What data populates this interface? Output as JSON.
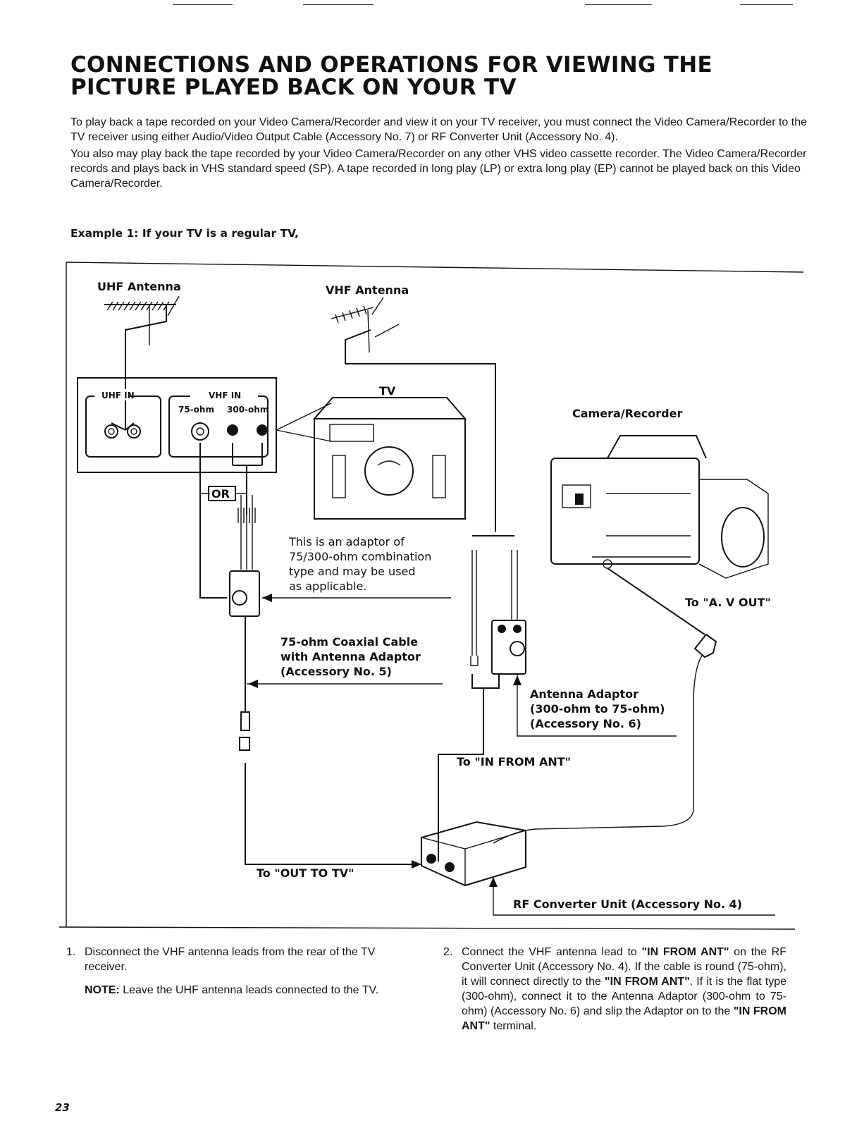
{
  "title": {
    "line1": "CONNECTIONS AND OPERATIONS FOR VIEWING THE",
    "line2": "PICTURE PLAYED BACK ON YOUR TV"
  },
  "intro": {
    "p1": "To play back a tape recorded on your Video Camera/Recorder and view it on your TV receiver, you must connect the Video Camera/Recorder to the TV receiver using either Audio/Video Output Cable (Accessory No. 7) or RF Converter Unit (Accessory No. 4).",
    "p2": "You also may play back the tape recorded by your Video Camera/Recorder on any other VHS video cassette recorder. The Video Camera/Recorder records and plays back in VHS standard speed (SP). A tape recorded in long play (LP) or extra long play (EP) cannot be played back on this Video Camera/Recorder."
  },
  "example_heading": "Example 1: If your TV is a regular TV,",
  "diagram": {
    "uhf_antenna": "UHF Antenna",
    "vhf_antenna": "VHF Antenna",
    "tv": "TV",
    "camera_recorder": "Camera/Recorder",
    "uhf_in": "UHF IN",
    "vhf_in": "VHF IN",
    "ohm75": "75-ohm",
    "ohm300": "300-ohm",
    "or": "OR",
    "adaptor_note": [
      "This is an adaptor of",
      "75/300-ohm combination",
      "type and may be used",
      "as applicable."
    ],
    "coax_cable": [
      "75-ohm Coaxial Cable",
      "with Antenna Adaptor",
      "(Accessory No. 5)"
    ],
    "antenna_adaptor": [
      "Antenna Adaptor",
      "(300-ohm to 75-ohm)",
      "(Accessory No. 6)"
    ],
    "to_av_out": "To \"A. V OUT\"",
    "to_in_from_ant": "To \"IN FROM ANT\"",
    "to_out_to_tv": "To \"OUT TO TV\"",
    "rf_converter": "RF Converter Unit (Accessory No. 4)"
  },
  "steps": {
    "s1_num": "1.",
    "s1_text": "Disconnect the VHF antenna leads from the rear of the TV receiver.",
    "note_label": "NOTE:",
    "note_text": " Leave the UHF antenna leads connected to the TV.",
    "s2_num": "2.",
    "s2_a": "Connect the VHF antenna lead to ",
    "s2_b": "\"IN FROM ANT\"",
    "s2_c": " on the RF Converter Unit (Accessory No. 4). If the cable is round (75-ohm), it will connect directly to the ",
    "s2_d": "\"IN FROM ANT\"",
    "s2_e": ". If it is the flat type (300-ohm), connect it to the Antenna Adaptor (300-ohm to 75-ohm) (Accessory No. 6) and slip the Adaptor on to the ",
    "s2_f": "\"IN FROM ANT\"",
    "s2_g": " terminal."
  },
  "page_number": "23"
}
